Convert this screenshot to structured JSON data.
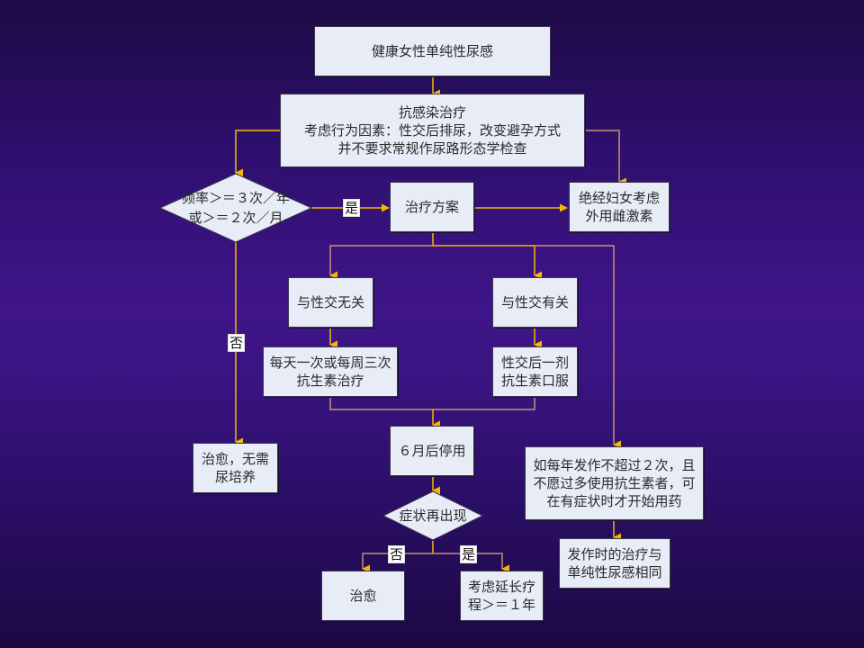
{
  "diagram": {
    "type": "flowchart",
    "colors": {
      "background_dark": "#1e0a45",
      "background_light": "#3f1589",
      "node_fill": "#e8ecf6",
      "connector_gold": "#f5b800",
      "connector_tan": "#c99272"
    },
    "nodes": {
      "start": "健康女性单纯性尿感",
      "treatment": "抗感染治疗\n考虑行为因素：性交后排尿，改变避孕方式\n并不要求常规作尿路形态学检查",
      "frequency_decision": "频率＞＝３次／年\n或＞＝２次／月",
      "treatment_plan": "治疗方案",
      "menopause": "绝经妇女考虑\n外用雌激素",
      "not_sex_related": "与性交无关",
      "sex_related": "与性交有关",
      "daily_or_weekly": "每天一次或每周三次\n抗生素治疗",
      "post_coital": "性交后一剂\n抗生素口服",
      "cured_no_culture": "治愈，无需\n尿培养",
      "stop_after_6m": "６月后停用",
      "self_start": "如每年发作不超过２次，且\n不愿过多使用抗生素者，可\n在有症状时才开始用药",
      "symptoms_recur": "症状再出现",
      "episode_treatment": "发作时的治疗与\n单纯性尿感相同",
      "cured": "治愈",
      "extend_course": "考虑延长疗\n程＞＝１年"
    },
    "edge_labels": {
      "yes_to_plan": "是",
      "no_to_cured": "否",
      "no_recur": "否",
      "yes_recur": "是"
    }
  }
}
